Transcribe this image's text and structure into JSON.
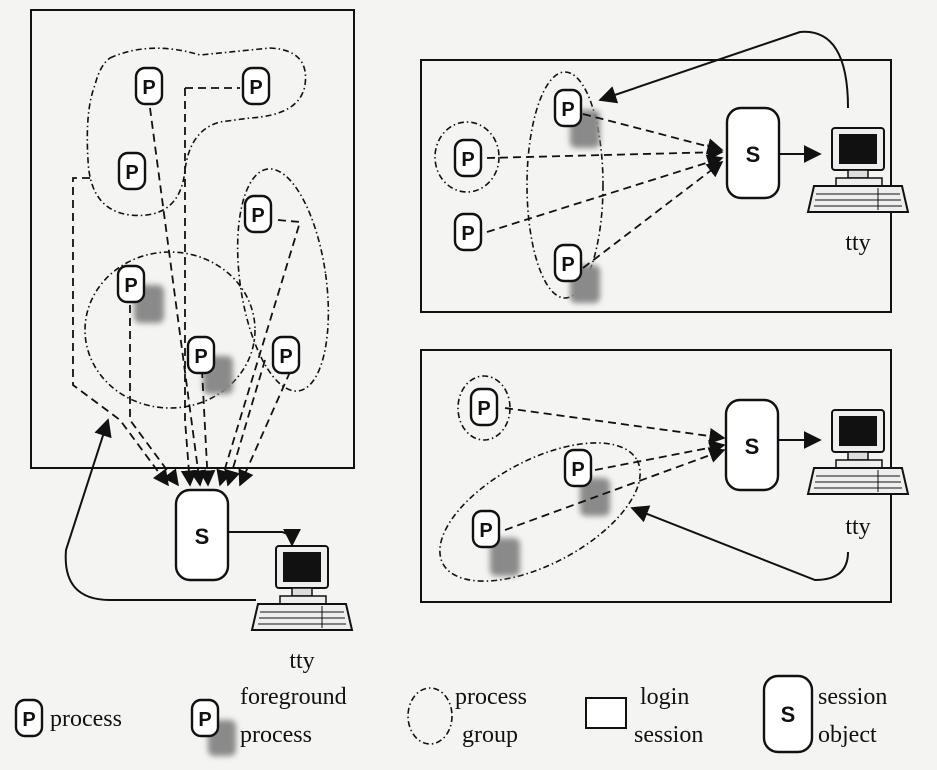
{
  "nodes": {
    "process_letter": "P",
    "session_letter": "S"
  },
  "tty_labels": {
    "left": "tty",
    "top_right": "tty",
    "bottom_right": "tty"
  },
  "legend": {
    "process": "process",
    "foreground_line1": "foreground",
    "foreground_line2": "process",
    "group_line1": "process",
    "group_line2": "group",
    "login_line1": "login",
    "login_line2": "session",
    "session_line1": "session",
    "session_line2": "object"
  }
}
